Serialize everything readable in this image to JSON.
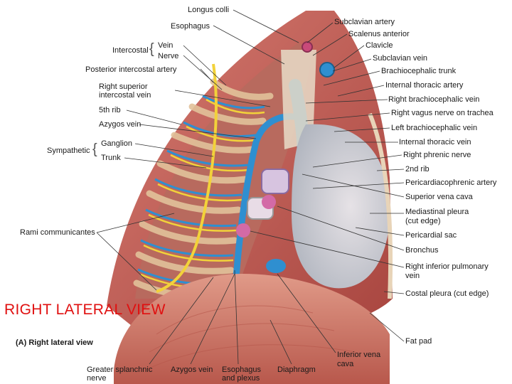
{
  "title_overlay": "RIGHT LATERAL VIEW",
  "caption": "(A) Right lateral view",
  "labels": {
    "longus_colli": "Longus colli",
    "esophagus": "Esophagus",
    "intercostal": "Intercostal",
    "vein": "Vein",
    "nerve": "Nerve",
    "posterior_intercostal_artery": "Posterior intercostal artery",
    "right_superior_intercostal_vein_1": "Right superior",
    "right_superior_intercostal_vein_2": "intercostal vein",
    "fifth_rib": "5th rib",
    "azygos_vein_top": "Azygos vein",
    "sympathetic": "Sympathetic",
    "ganglion": "Ganglion",
    "trunk": "Trunk",
    "rami_communicantes": "Rami communicantes",
    "subclavian_artery": "Subclavian artery",
    "scalenus_anterior": "Scalenus anterior",
    "clavicle": "Clavicle",
    "subclavian_vein": "Subclavian vein",
    "brachiocephalic_trunk": "Brachiocephalic trunk",
    "internal_thoracic_artery": "Internal thoracic artery",
    "right_brachiocephalic_vein": "Right brachiocephalic vein",
    "right_vagus_nerve": "Right vagus nerve on trachea",
    "left_brachiocephalic_vein": "Left brachiocephalic vein",
    "internal_thoracic_vein": "Internal thoracic vein",
    "right_phrenic_nerve": "Right phrenic nerve",
    "second_rib": "2nd rib",
    "pericardiacophrenic_artery": "Pericardiacophrenic artery",
    "superior_vena_cava": "Superior vena cava",
    "mediastinal_pleura_1": "Mediastinal pleura",
    "mediastinal_pleura_2": "(cut edge)",
    "pericardial_sac": "Pericardial sac",
    "bronchus": "Bronchus",
    "right_inferior_pulmonary_vein_1": "Right inferior pulmonary",
    "right_inferior_pulmonary_vein_2": "vein",
    "costal_pleura": "Costal pleura (cut edge)",
    "fat_pad": "Fat pad",
    "inferior_vena_cava_1": "Inferior vena",
    "inferior_vena_cava_2": "cava",
    "greater_splanchnic_nerve_1": "Greater splanchnic",
    "greater_splanchnic_nerve_2": "nerve",
    "azygos_vein_bottom": "Azygos vein",
    "esophagus_plexus_1": "Esophagus",
    "esophagus_plexus_2": "and plexus",
    "diaphragm": "Diaphragm"
  },
  "colors": {
    "muscle": "#c7615a",
    "muscle_dark": "#9e3f3a",
    "rib": "#d9b58c",
    "vein_blue": "#2f8fd0",
    "nerve_yellow": "#f2d23a",
    "pleura": "#c9c4cc",
    "diaphragm": "#cf7a6a",
    "overlay_red": "#e01010"
  }
}
